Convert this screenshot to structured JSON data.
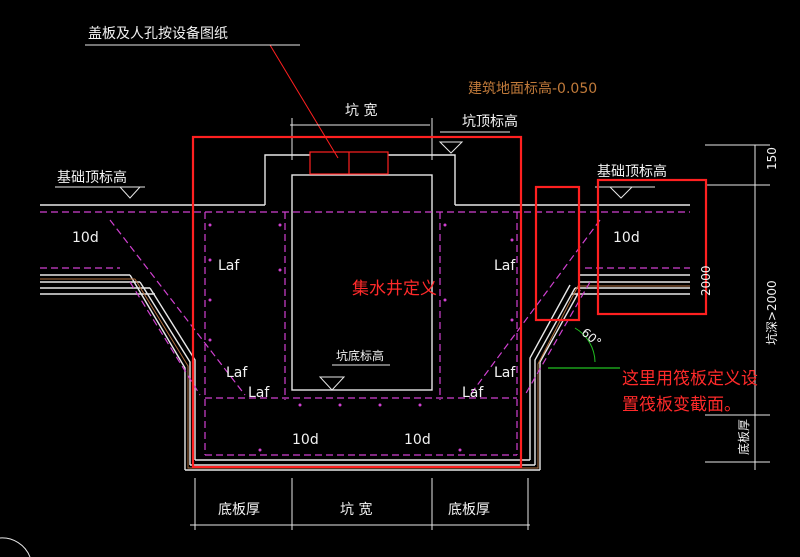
{
  "labels": {
    "cover_plate": "盖板及人孔按设备图纸",
    "building_ground_elev": "建筑地面标高-0.050",
    "pit_width_top": "坑 宽",
    "pit_top_elev": "坑顶标高",
    "foundation_top_left": "基础顶标高",
    "foundation_top_right": "基础顶标高",
    "rebar_10d_left": "10d",
    "rebar_10d_right": "10d",
    "rebar_10d_bottom_left": "10d",
    "rebar_10d_bottom_right": "10d",
    "laf_1": "Laf",
    "laf_2": "Laf",
    "laf_3": "Laf",
    "laf_4": "Laf",
    "laf_5": "Laf",
    "laf_6": "Laf",
    "pit_bottom_elev": "坑底标高",
    "angle": "60°",
    "dim_150": "150",
    "dim_2000": "2000",
    "dim_depth": "坑深>2000",
    "dim_bottom_thick": "底板厚",
    "bottom_dim_left": "底板厚",
    "bottom_dim_mid": "坑 宽",
    "bottom_dim_right": "底板厚"
  },
  "annotations": {
    "sump_definition": "集水井定义",
    "raft_note_line1": "这里用筏板定义设",
    "raft_note_line2": "置筏板变截面。"
  },
  "colors": {
    "background": "#000000",
    "line_white": "#e8e8e8",
    "rebar_magenta": "#d040d0",
    "highlight_red": "#ff2020",
    "leader_green": "#20c020",
    "text_orange": "#c07a3a"
  }
}
